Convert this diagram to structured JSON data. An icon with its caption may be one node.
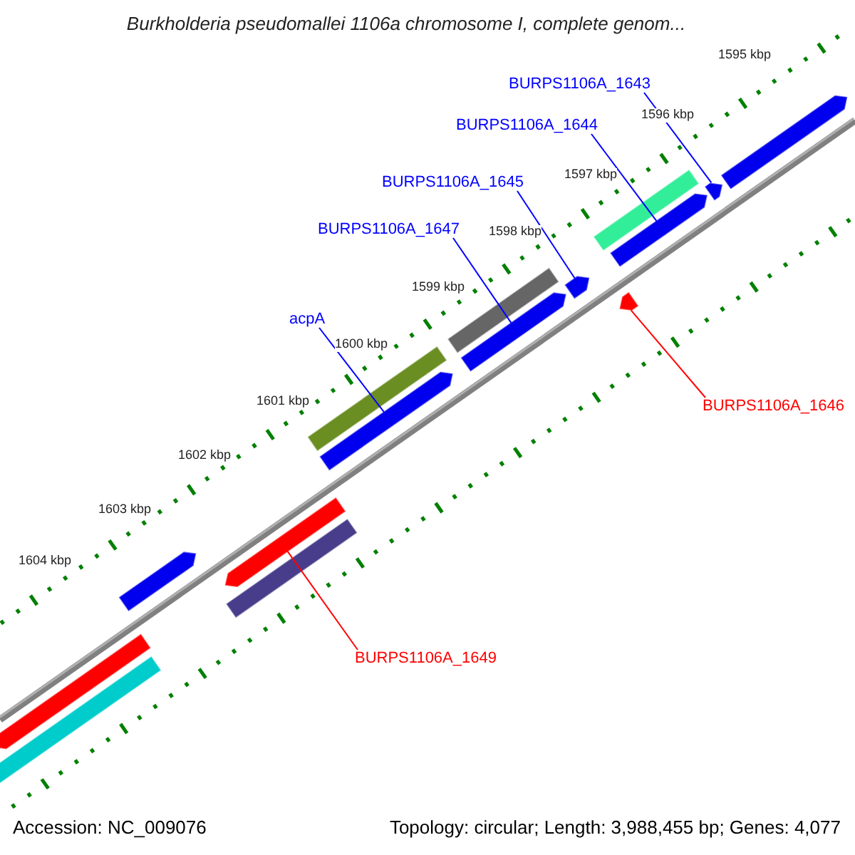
{
  "diagram": {
    "title": "Burkholderia pseudomallei 1106a chromosome I, complete genom...",
    "nodes": [
      {
        "text": [
          "BURPS1106A_1643"
        ]
      },
      {
        "text": [
          "BURPS1106A_1644"
        ]
      },
      {
        "text": [
          "BURPS1106A_1645"
        ]
      },
      {
        "text": [
          "BURPS1106A_1647"
        ]
      },
      {
        "text": [
          "acpA"
        ]
      },
      {
        "text": [
          "BURPS1106A_1646"
        ]
      },
      {
        "text": [
          "BURPS1106A_1649"
        ]
      },
      {
        "text": [],
        "shape": "bar"
      },
      {
        "text": [],
        "shape": "bar"
      },
      {
        "text": [],
        "shape": "bar"
      },
      {
        "text": [],
        "shape": "bar"
      },
      {
        "text": [],
        "shape": "bar"
      },
      {
        "text": [],
        "shape": "bar"
      },
      {
        "text": [],
        "shape": "bar"
      },
      {
        "text": [],
        "shape": "bar"
      },
      {
        "text": [],
        "shape": "bar"
      },
      {
        "text": [],
        "shape": "bar"
      },
      {
        "text": [],
        "shape": "bar"
      },
      {
        "text": [],
        "shape": "bar"
      },
      {
        "text": [],
        "shape": "bar"
      },
      {
        "text": [],
        "shape": "bar"
      },
      {
        "text": [],
        "shape": "bar"
      }
    ],
    "edges": [
      {
        "from": 0,
        "to": 20,
        "arrow": "none"
      },
      {
        "from": 1,
        "to": 19,
        "arrow": "none"
      },
      {
        "from": 2,
        "to": 16,
        "arrow": "none"
      },
      {
        "from": 3,
        "to": 15,
        "arrow": "none"
      },
      {
        "from": 4,
        "to": 13,
        "arrow": "none"
      },
      {
        "from": 5,
        "to": 17,
        "arrow": "none",
        "color": "#ff0000"
      },
      {
        "from": 6,
        "to": 11,
        "arrow": "none",
        "color": "#ff0000"
      }
    ],
    "labels": [
      "1595 kbp",
      "1596 kbp",
      "1597 kbp",
      "1598 kbp",
      "1599 kbp",
      "1600 kbp",
      "1601 kbp",
      "1602 kbp",
      "1603 kbp",
      "1604 kbp",
      "Accession: NC_009076",
      "Topology: circular; Length: 3,988,455 bp; Genes: 4,077"
    ]
  }
}
